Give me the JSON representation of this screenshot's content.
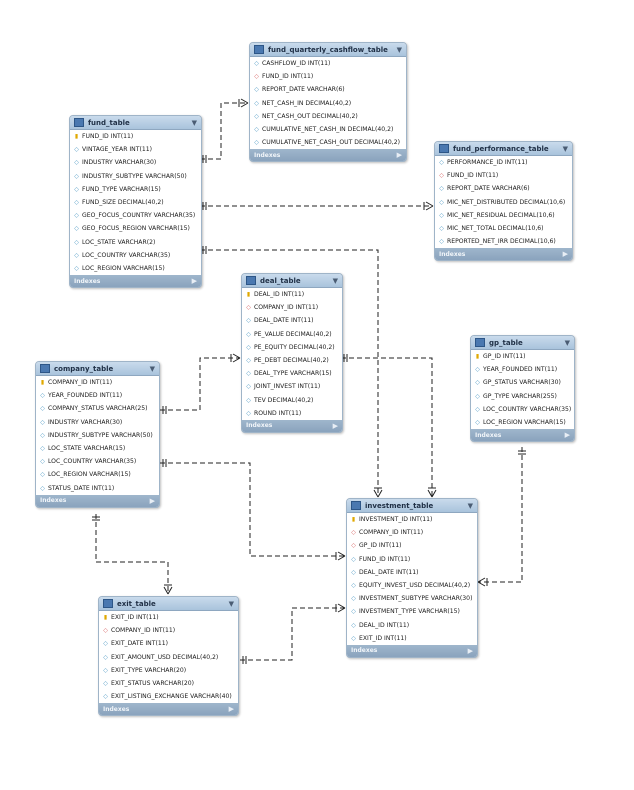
{
  "tables": {
    "cashflow": {
      "name": "fund_quarterly_cashflow_table",
      "columns": [
        {
          "text": "CASHFLOW_ID INT(11)",
          "key": "col"
        },
        {
          "text": "FUND_ID INT(11)",
          "key": "fk"
        },
        {
          "text": "REPORT_DATE VARCHAR(6)",
          "key": "col"
        },
        {
          "text": "NET_CASH_IN DECIMAL(40,2)",
          "key": "col"
        },
        {
          "text": "NET_CASH_OUT DECIMAL(40,2)",
          "key": "col"
        },
        {
          "text": "CUMULATIVE_NET_CASH_IN DECIMAL(40,2)",
          "key": "col"
        },
        {
          "text": "CUMULATIVE_NET_CASH_OUT DECIMAL(40,2)",
          "key": "col"
        }
      ],
      "footer": "Indexes"
    },
    "fund": {
      "name": "fund_table",
      "columns": [
        {
          "text": "FUND_ID INT(11)",
          "key": "pk"
        },
        {
          "text": "VINTAGE_YEAR INT(11)",
          "key": "col"
        },
        {
          "text": "INDUSTRY VARCHAR(30)",
          "key": "col"
        },
        {
          "text": "INDUSTRY_SUBTYPE VARCHAR(50)",
          "key": "col"
        },
        {
          "text": "FUND_TYPE VARCHAR(15)",
          "key": "col"
        },
        {
          "text": "FUND_SIZE DECIMAL(40,2)",
          "key": "col"
        },
        {
          "text": "GEO_FOCUS_COUNTRY VARCHAR(35)",
          "key": "col"
        },
        {
          "text": "GEO_FOCUS_REGION VARCHAR(15)",
          "key": "col"
        },
        {
          "text": "LOC_STATE VARCHAR(2)",
          "key": "col"
        },
        {
          "text": "LOC_COUNTRY VARCHAR(35)",
          "key": "col"
        },
        {
          "text": "LOC_REGION VARCHAR(15)",
          "key": "col"
        }
      ],
      "footer": "Indexes"
    },
    "performance": {
      "name": "fund_performance_table",
      "columns": [
        {
          "text": "PERFORMANCE_ID INT(11)",
          "key": "col"
        },
        {
          "text": "FUND_ID INT(11)",
          "key": "fk"
        },
        {
          "text": "REPORT_DATE VARCHAR(6)",
          "key": "col"
        },
        {
          "text": "MIC_NET_DISTRIBUTED DECIMAL(10,6)",
          "key": "col"
        },
        {
          "text": "MIC_NET_RESIDUAL DECIMAL(10,6)",
          "key": "col"
        },
        {
          "text": "MIC_NET_TOTAL DECIMAL(10,6)",
          "key": "col"
        },
        {
          "text": "REPORTED_NET_IRR DECIMAL(10,6)",
          "key": "col"
        }
      ],
      "footer": "Indexes"
    },
    "deal": {
      "name": "deal_table",
      "columns": [
        {
          "text": "DEAL_ID INT(11)",
          "key": "pk"
        },
        {
          "text": "COMPANY_ID INT(11)",
          "key": "fk"
        },
        {
          "text": "DEAL_DATE INT(11)",
          "key": "col"
        },
        {
          "text": "PE_VALUE DECIMAL(40,2)",
          "key": "col"
        },
        {
          "text": "PE_EQUITY DECIMAL(40,2)",
          "key": "col"
        },
        {
          "text": "PE_DEBT DECIMAL(40,2)",
          "key": "col"
        },
        {
          "text": "DEAL_TYPE VARCHAR(15)",
          "key": "col"
        },
        {
          "text": "JOINT_INVEST INT(11)",
          "key": "col"
        },
        {
          "text": "TEV DECIMAL(40,2)",
          "key": "col"
        },
        {
          "text": "ROUND INT(11)",
          "key": "col"
        }
      ],
      "footer": "Indexes"
    },
    "gp": {
      "name": "gp_table",
      "columns": [
        {
          "text": "GP_ID INT(11)",
          "key": "pk"
        },
        {
          "text": "YEAR_FOUNDED INT(11)",
          "key": "col"
        },
        {
          "text": "GP_STATUS VARCHAR(30)",
          "key": "col"
        },
        {
          "text": "GP_TYPE VARCHAR(255)",
          "key": "col"
        },
        {
          "text": "LOC_COUNTRY VARCHAR(35)",
          "key": "col"
        },
        {
          "text": "LOC_REGION VARCHAR(15)",
          "key": "col"
        }
      ],
      "footer": "Indexes"
    },
    "company": {
      "name": "company_table",
      "columns": [
        {
          "text": "COMPANY_ID INT(11)",
          "key": "pk"
        },
        {
          "text": "YEAR_FOUNDED INT(11)",
          "key": "col"
        },
        {
          "text": "COMPANY_STATUS VARCHAR(25)",
          "key": "col"
        },
        {
          "text": "INDUSTRY VARCHAR(30)",
          "key": "col"
        },
        {
          "text": "INDUSTRY_SUBTYPE VARCHAR(50)",
          "key": "col"
        },
        {
          "text": "LOC_STATE VARCHAR(15)",
          "key": "col"
        },
        {
          "text": "LOC_COUNTRY VARCHAR(35)",
          "key": "col"
        },
        {
          "text": "LOC_REGION VARCHAR(15)",
          "key": "col"
        },
        {
          "text": "STATUS_DATE INT(11)",
          "key": "col"
        }
      ],
      "footer": "Indexes"
    },
    "investment": {
      "name": "investment_table",
      "columns": [
        {
          "text": "INVESTMENT_ID INT(11)",
          "key": "pk"
        },
        {
          "text": "COMPANY_ID INT(11)",
          "key": "fk"
        },
        {
          "text": "GP_ID INT(11)",
          "key": "fk"
        },
        {
          "text": "FUND_ID INT(11)",
          "key": "col"
        },
        {
          "text": "DEAL_DATE INT(11)",
          "key": "col"
        },
        {
          "text": "EQUITY_INVEST_USD DECIMAL(40,2)",
          "key": "col"
        },
        {
          "text": "INVESTMENT_SUBTYPE VARCHAR(30)",
          "key": "col"
        },
        {
          "text": "INVESTMENT_TYPE VARCHAR(15)",
          "key": "col"
        },
        {
          "text": "DEAL_ID INT(11)",
          "key": "col"
        },
        {
          "text": "EXIT_ID INT(11)",
          "key": "col"
        }
      ],
      "footer": "Indexes"
    },
    "exit": {
      "name": "exit_table",
      "columns": [
        {
          "text": "EXIT_ID INT(11)",
          "key": "pk"
        },
        {
          "text": "COMPANY_ID INT(11)",
          "key": "fk"
        },
        {
          "text": "EXIT_DATE INT(11)",
          "key": "col"
        },
        {
          "text": "EXIT_AMOUNT_USD DECIMAL(40,2)",
          "key": "col"
        },
        {
          "text": "EXIT_TYPE VARCHAR(20)",
          "key": "col"
        },
        {
          "text": "EXIT_STATUS VARCHAR(20)",
          "key": "col"
        },
        {
          "text": "EXIT_LISTING_EXCHANGE VARCHAR(40)",
          "key": "col"
        }
      ],
      "footer": "Indexes"
    }
  },
  "icons": {
    "table": "table-icon",
    "pk": "key-icon",
    "fk": "foreign-key-icon",
    "col": "column-diamond-icon",
    "collapse": "collapse-triangle-icon",
    "expand": "expand-arrow-icon"
  },
  "colors": {
    "header": "#a9c3dc",
    "footer": "#8aa3bd",
    "pk_key": "#e0a800",
    "fk": "#d86a6a",
    "column": "#5aa0c8",
    "line": "#222222"
  }
}
